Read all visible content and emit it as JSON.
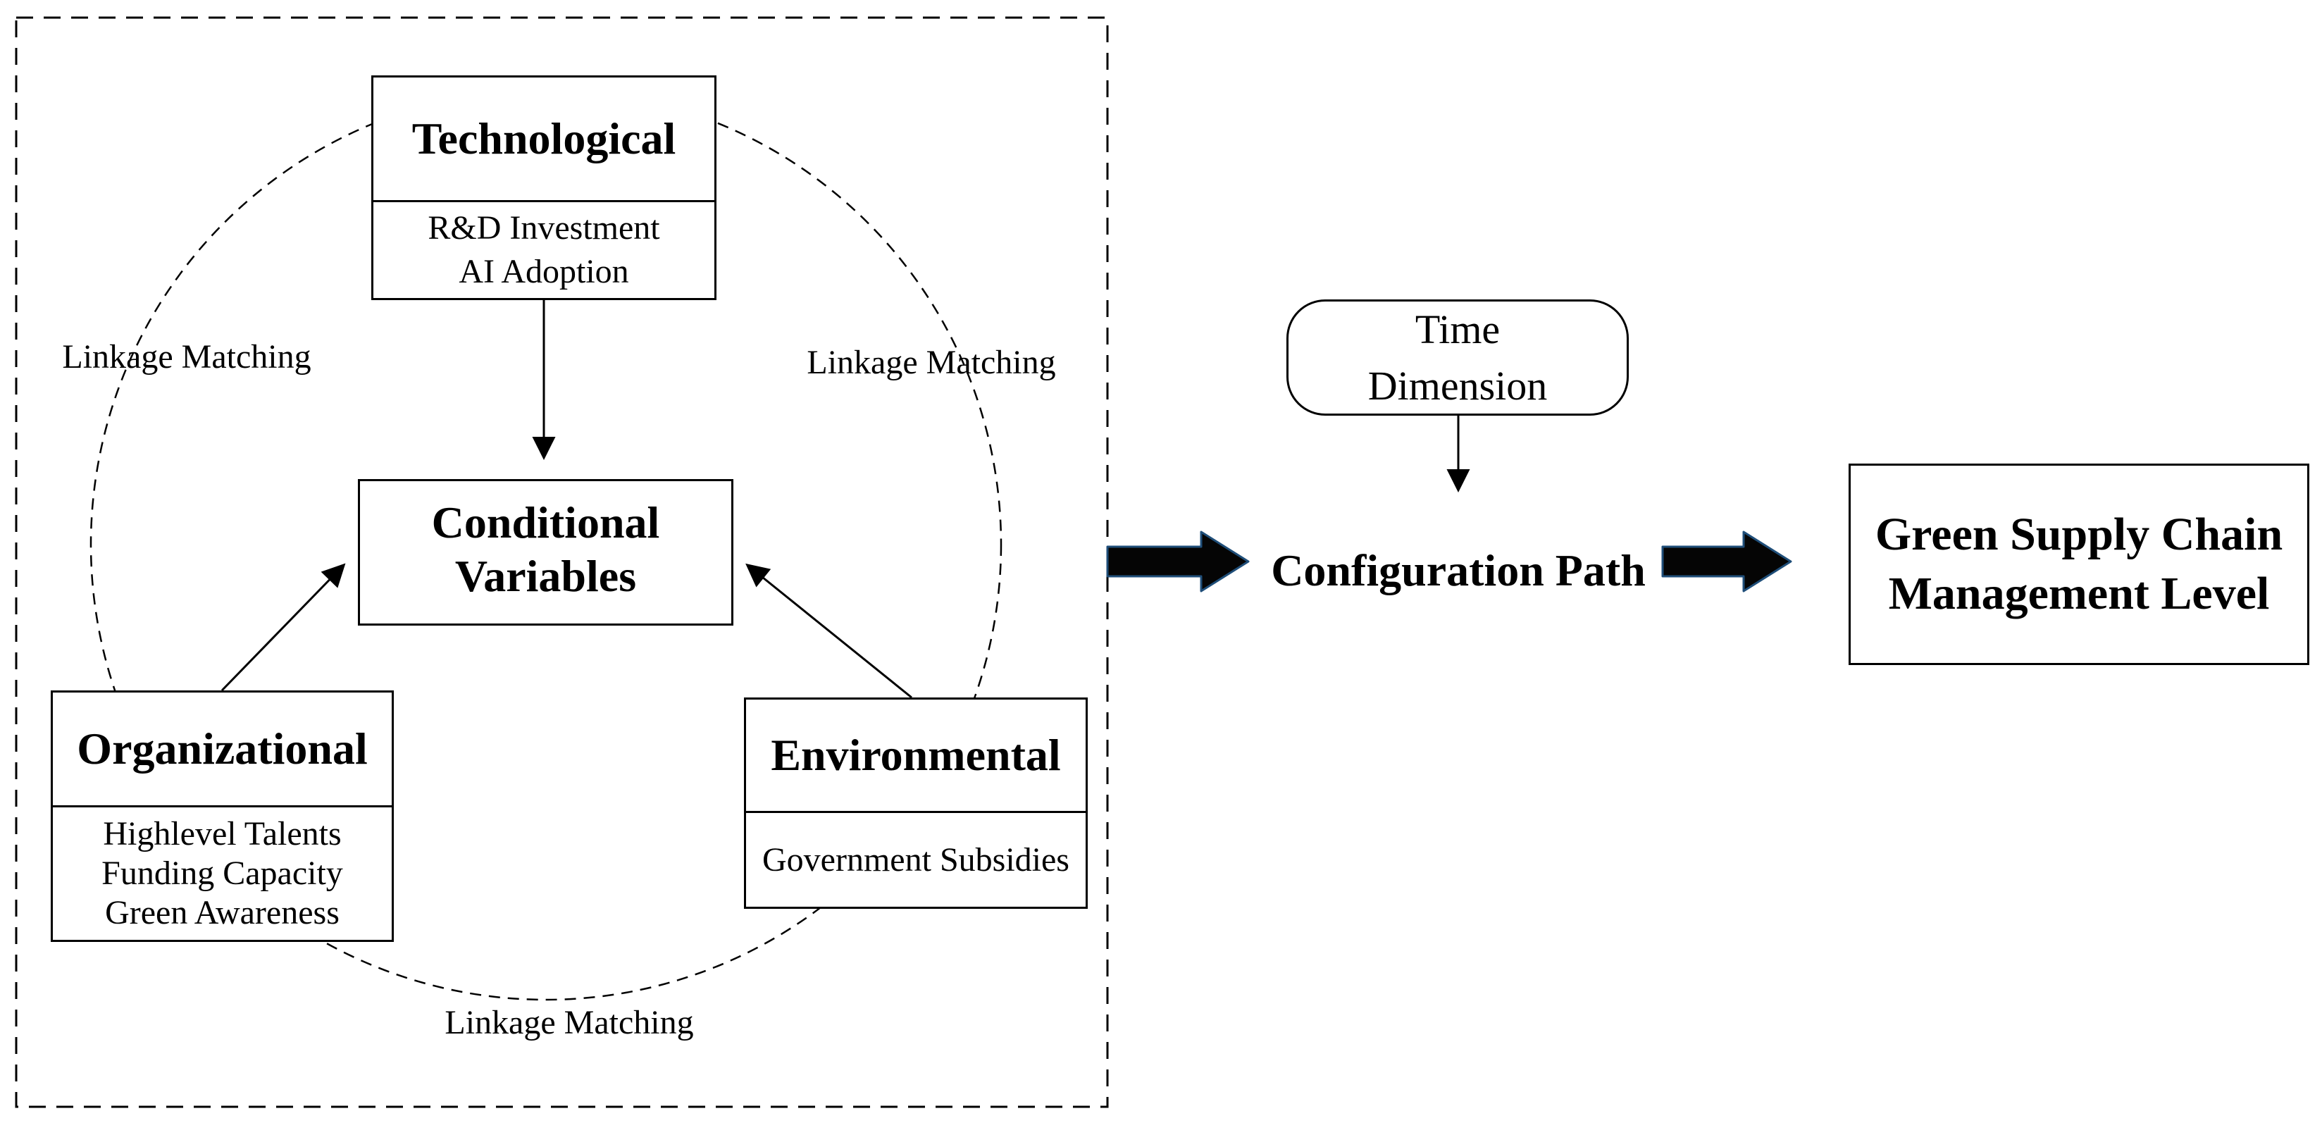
{
  "colors": {
    "arrow_fill": "#050505",
    "arrow_outline": "#1f4e79",
    "line": "#000000",
    "background": "#ffffff"
  },
  "toe_cluster": {
    "technological": {
      "title": "Technological",
      "items": [
        "R&D Investment",
        "AI Adoption"
      ]
    },
    "organizational": {
      "title": "Organizational",
      "items": [
        "Highlevel Talents",
        "Funding Capacity",
        "Green Awareness"
      ]
    },
    "environmental": {
      "title": "Environmental",
      "items": [
        "Government Subsidies"
      ]
    },
    "conditional_variables": {
      "lines": [
        "Conditional",
        "Variables"
      ]
    },
    "linkage_labels": {
      "left": "Linkage Matching",
      "right": "Linkage Matching",
      "bottom": "Linkage Matching"
    }
  },
  "time_dimension": {
    "lines": [
      "Time",
      "Dimension"
    ]
  },
  "configuration_path": {
    "label": "Configuration Path"
  },
  "outcome": {
    "lines": [
      "Green Supply Chain",
      "Management Level"
    ]
  }
}
